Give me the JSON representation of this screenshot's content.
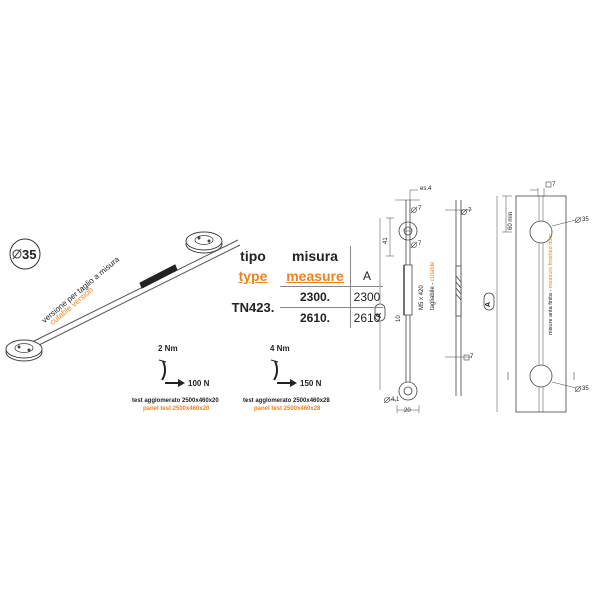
{
  "diameter_badge": "35",
  "rod_label": {
    "it": "versione per taglio a misura",
    "en": "cutable version"
  },
  "table": {
    "h1_col1": "tipo",
    "h1_col2": "misura",
    "h2_col1": "type",
    "h2_col2": "measure",
    "h2_col3": "A",
    "model": "TN423.",
    "rows": [
      {
        "measure": "2300.",
        "a": "2300"
      },
      {
        "measure": "2610.",
        "a": "2610"
      }
    ]
  },
  "test_left": {
    "torque": "2 Nm",
    "force": "100 N",
    "it": "test agglomerato 2500x460x20",
    "en": "panel test 2500x460x20"
  },
  "test_right": {
    "torque": "4 Nm",
    "force": "150 N",
    "it": "test agglomerato 2500x460x28",
    "en": "panel test 2500x460x28"
  },
  "drawing": {
    "es4": "es.4",
    "d7": "7",
    "d41": "41",
    "m5": "M5 x 420",
    "d10": "10",
    "d4_1": "4,1",
    "d20": "20",
    "cut_it": "tagliabile",
    "cut_sep": " - ",
    "cut_en": "cutable",
    "a_label": "A",
    "d60": "60 min",
    "d35": "35",
    "door_it": "misure anta finita",
    "door_sep": " - ",
    "door_en": "measure finished door"
  }
}
